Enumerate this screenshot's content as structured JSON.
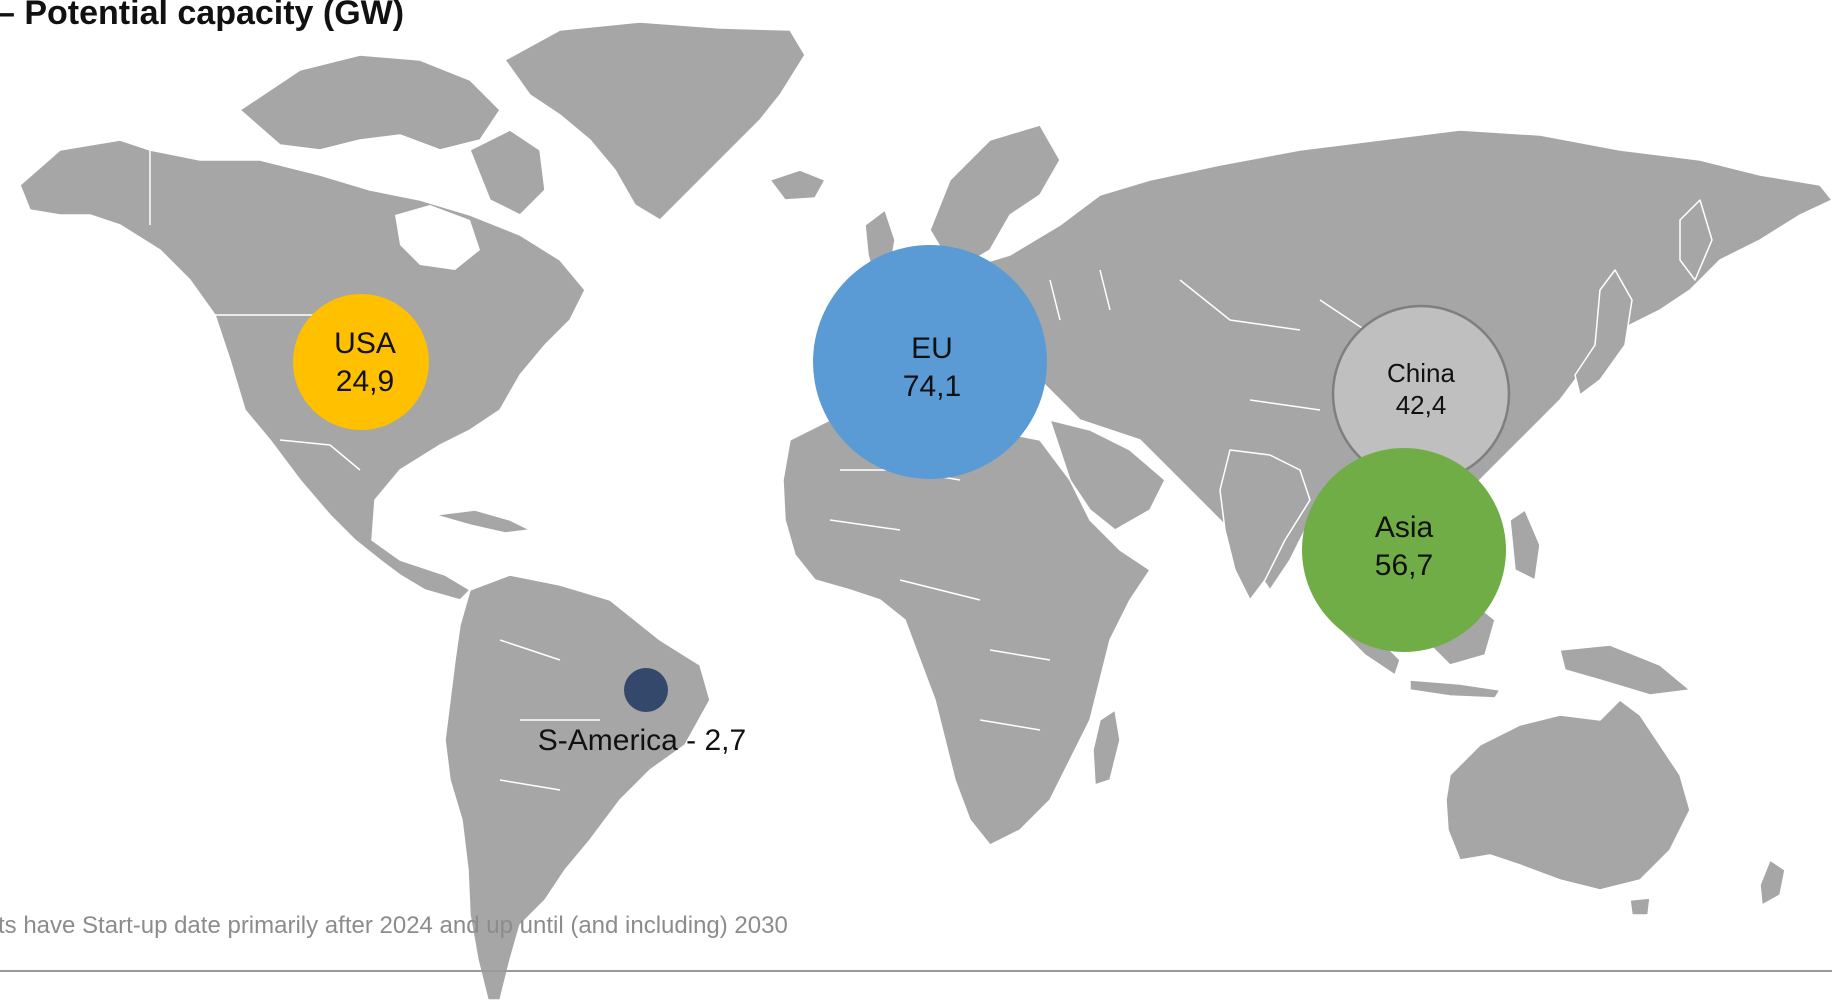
{
  "title": "– Potential capacity (GW)",
  "footnote": "ts have Start-up date primarily after 2024 and up until (and including) 2030",
  "colors": {
    "land": "#a6a6a6",
    "border": "#ffffff",
    "usa": "#ffc000",
    "eu": "#5b9bd5",
    "china": "#bfbfbf",
    "china_outline": "#7f7f7f",
    "asia": "#70ad47",
    "s_america": "#34486b"
  },
  "regions": [
    {
      "key": "usa",
      "name": "USA",
      "value": "24,9"
    },
    {
      "key": "eu",
      "name": "EU",
      "value": "74,1"
    },
    {
      "key": "china",
      "name": "China",
      "value": "42,4"
    },
    {
      "key": "asia",
      "name": "Asia",
      "value": "56,7"
    },
    {
      "key": "s_america",
      "name": "S-America",
      "value": "2,7",
      "label": "S-America - 2,7"
    }
  ]
}
